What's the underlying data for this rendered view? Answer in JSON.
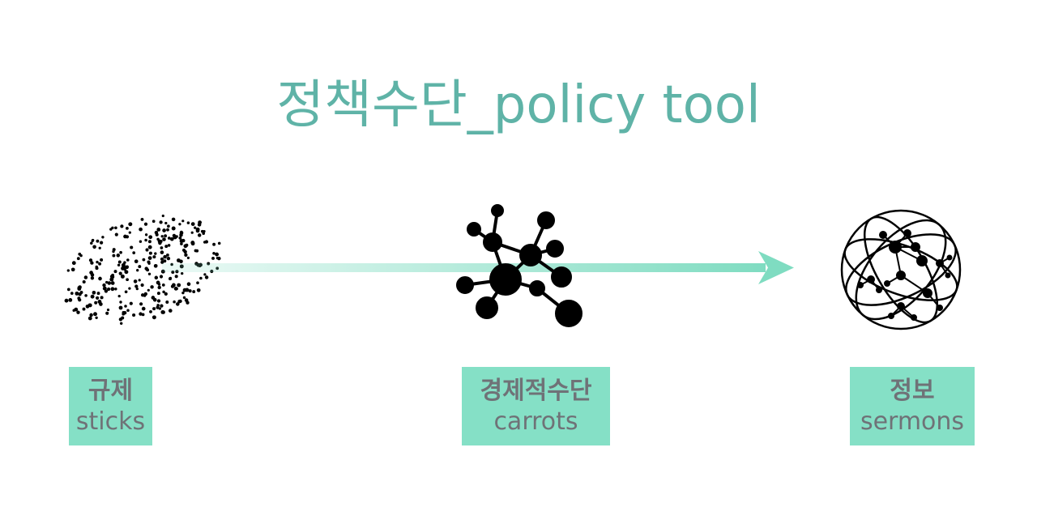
{
  "title": "정책수단_policy tool",
  "colors": {
    "title": "#5fb3a7",
    "box": "#85e0c6",
    "box_text": "#6f7277",
    "arrow": "#7fdcc1"
  },
  "tools": [
    {
      "korean": "규제",
      "english": "sticks",
      "icon": "scattered-dots-icon"
    },
    {
      "korean": "경제적수단",
      "english": "carrots",
      "icon": "molecule-network-icon"
    },
    {
      "korean": "정보",
      "english": "sermons",
      "icon": "globe-network-icon"
    }
  ]
}
